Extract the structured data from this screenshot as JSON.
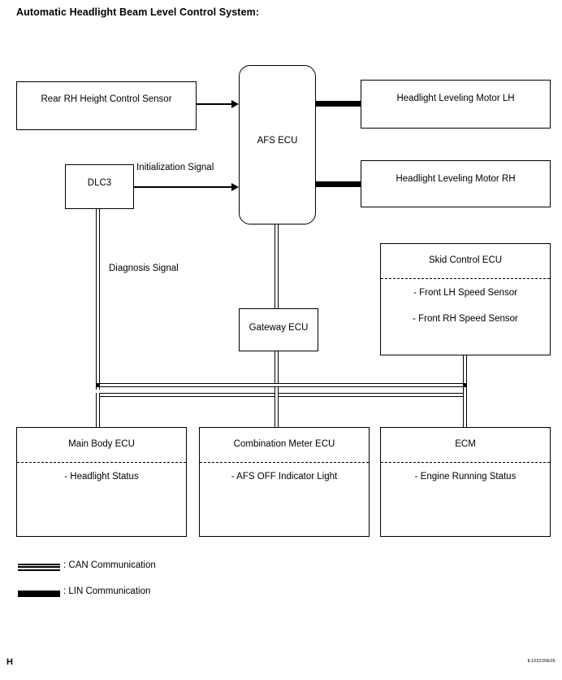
{
  "title": "Automatic Headlight Beam Level Control System:",
  "boxes": {
    "rear_sensor": {
      "label": "Rear RH Height Control Sensor"
    },
    "afs_ecu": {
      "label": "AFS ECU"
    },
    "dlc3": {
      "label": "DLC3"
    },
    "motor_lh": {
      "label": "Headlight Leveling Motor LH"
    },
    "motor_rh": {
      "label": "Headlight Leveling Motor RH"
    },
    "skid_control_ecu": {
      "label": "Skid Control ECU",
      "items": [
        "- Front LH Speed Sensor",
        "- Front RH Speed Sensor"
      ]
    },
    "gateway_ecu": {
      "label": "Gateway ECU"
    },
    "main_body_ecu": {
      "label": "Main Body ECU",
      "items": [
        "- Headlight Status"
      ]
    },
    "combination_meter_ecu": {
      "label": "Combination Meter ECU",
      "items": [
        "- AFS OFF Indicator Light"
      ]
    },
    "ecm": {
      "label": "ECM",
      "items": [
        "- Engine Running Status"
      ]
    }
  },
  "signals": {
    "initialization": "Initialization Signal",
    "diagnosis": "Diagnosis Signal"
  },
  "legend": {
    "can": ": CAN Communication",
    "lin": ": LIN Communication"
  },
  "footer": {
    "corner_mark": "H",
    "reference_code": "E133220E05"
  },
  "colors": {
    "line": "#000000",
    "background": "#ffffff"
  }
}
